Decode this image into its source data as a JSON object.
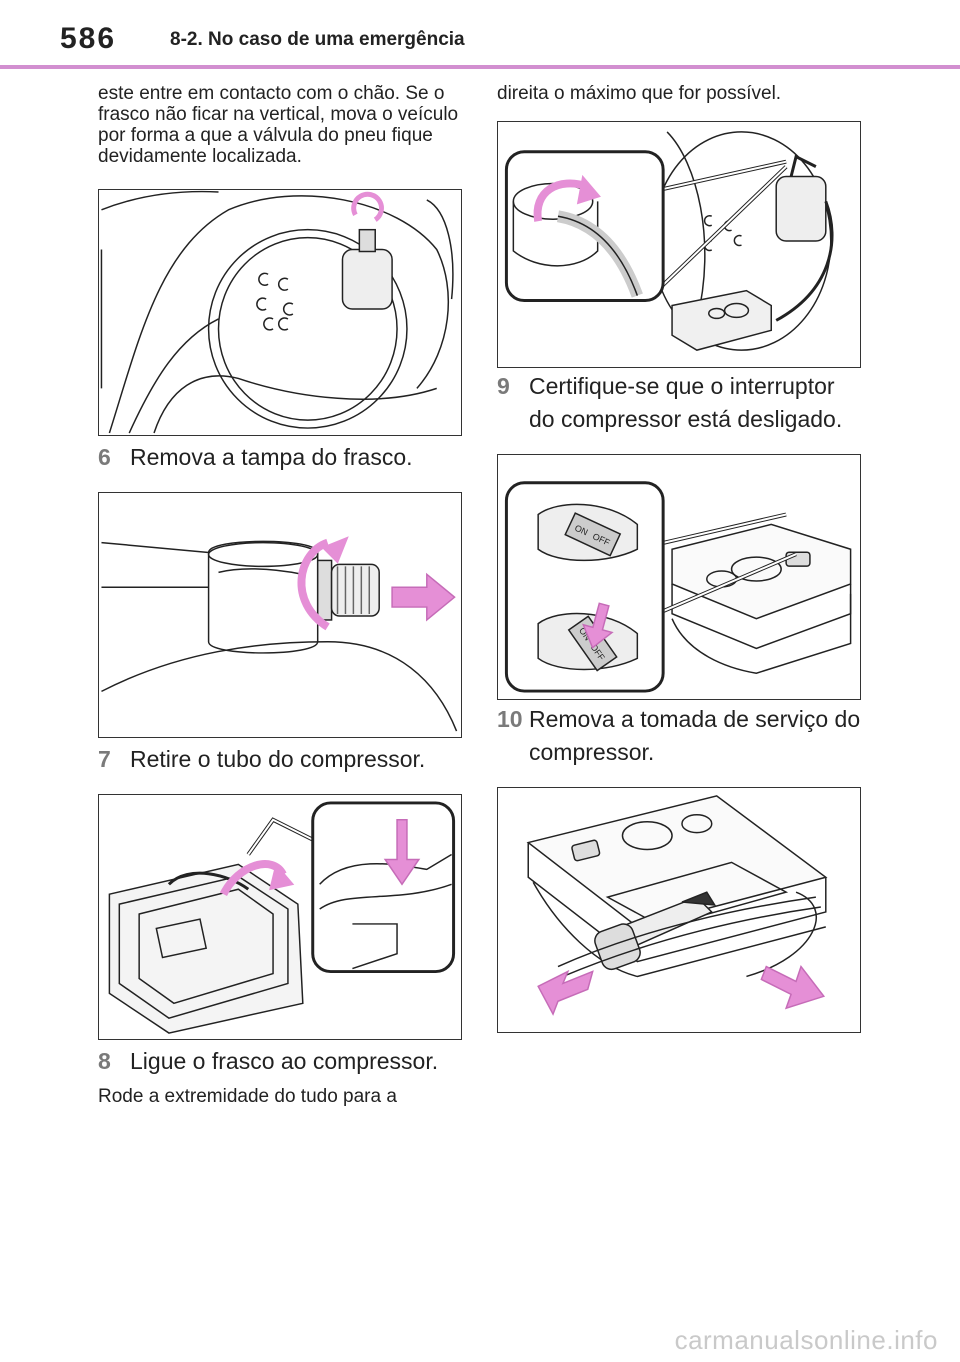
{
  "header": {
    "page_number": "586",
    "section_title": "8-2. No caso de uma emergência"
  },
  "left": {
    "intro_text": "este entre em contacto com o chão. Se o frasco não ficar na vertical, mova o veículo por forma a que a válvula do pneu fique devidamente localizada.",
    "steps": [
      {
        "num": "6",
        "text": "Remova a tampa do frasco."
      },
      {
        "num": "7",
        "text": "Retire o tubo do compressor."
      },
      {
        "num": "8",
        "text": "Ligue o frasco ao compressor."
      }
    ],
    "footer_text": "Rode a extremidade do tudo para a"
  },
  "right": {
    "intro_text": "direita o máximo que for possível.",
    "steps": [
      {
        "num": "9",
        "text_line1": "Certifique-se que o interruptor",
        "text_line2": "do compressor está desligado."
      },
      {
        "num": "10",
        "text_line1": "Remova a tomada de serviço do",
        "text_line2": "compressor."
      }
    ]
  },
  "switch_labels": {
    "on": "ON",
    "off": "OFF"
  },
  "colors": {
    "accent_pink": "#d28fd0",
    "arrow_pink": "#e58fd6"
  },
  "watermark": "carmanualsonline.info"
}
